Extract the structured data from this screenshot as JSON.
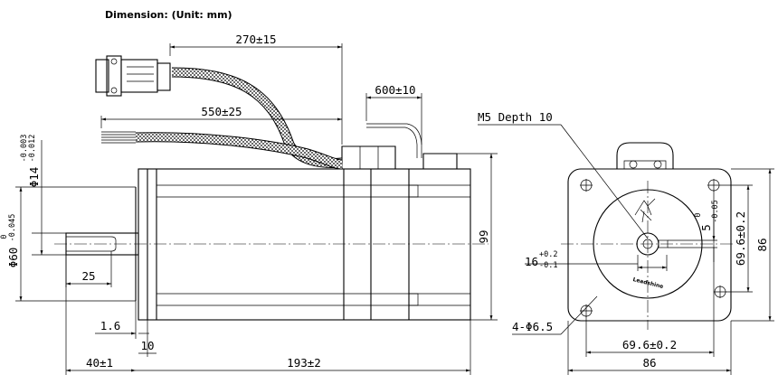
{
  "title": "Dimension: (Unit: mm)",
  "side_view": {
    "cable_length_1": "270±15",
    "cable_length_2": "550±25",
    "cable_length_3": "600±10",
    "shaft_dia": "Φ14",
    "shaft_tol_upper": "-0.003",
    "shaft_tol_lower": "-0.012",
    "pilot_dia": "Φ60",
    "pilot_tol_upper": "0",
    "pilot_tol_lower": "-0.045",
    "shaft_length": "25",
    "flange_step": "1.6",
    "flange_thickness": "10",
    "shaft_extension": "40±1",
    "body_length": "193±2",
    "body_height": "99"
  },
  "front_view": {
    "thread_note": "M5 Depth 10",
    "key_height": "16",
    "key_tol_upper": "+0.2",
    "key_tol_lower": "-0.1",
    "key_width": "5",
    "key_tol_w_upper": "0",
    "key_tol_w_lower": "-0.05",
    "mount_holes": "4-Φ6.5",
    "hole_spacing_h": "69.6±0.2",
    "hole_spacing_v": "69.6±0.2",
    "flange_width": "86",
    "flange_height": "86",
    "brand": "Leadshine"
  }
}
